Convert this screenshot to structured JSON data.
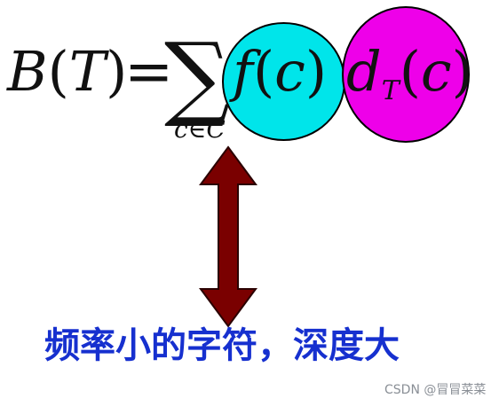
{
  "formula": {
    "lhs_func": "B",
    "lhs_var": "T",
    "equals": "=",
    "sum_symbol": "∑",
    "sum_index": "c∈C",
    "freq_func": "f",
    "freq_var": "c",
    "depth_func": "d",
    "depth_sub": "T",
    "depth_var": "c"
  },
  "caption": "频率小的字符，深度大",
  "watermark": "CSDN @冒冒菜菜",
  "colors": {
    "highlight_frequency": "#00e5ea",
    "highlight_depth": "#ee00e9",
    "arrow": "#7a0000",
    "caption": "#1630cf"
  },
  "icons": {
    "arrow": "double-vertical-arrow"
  }
}
